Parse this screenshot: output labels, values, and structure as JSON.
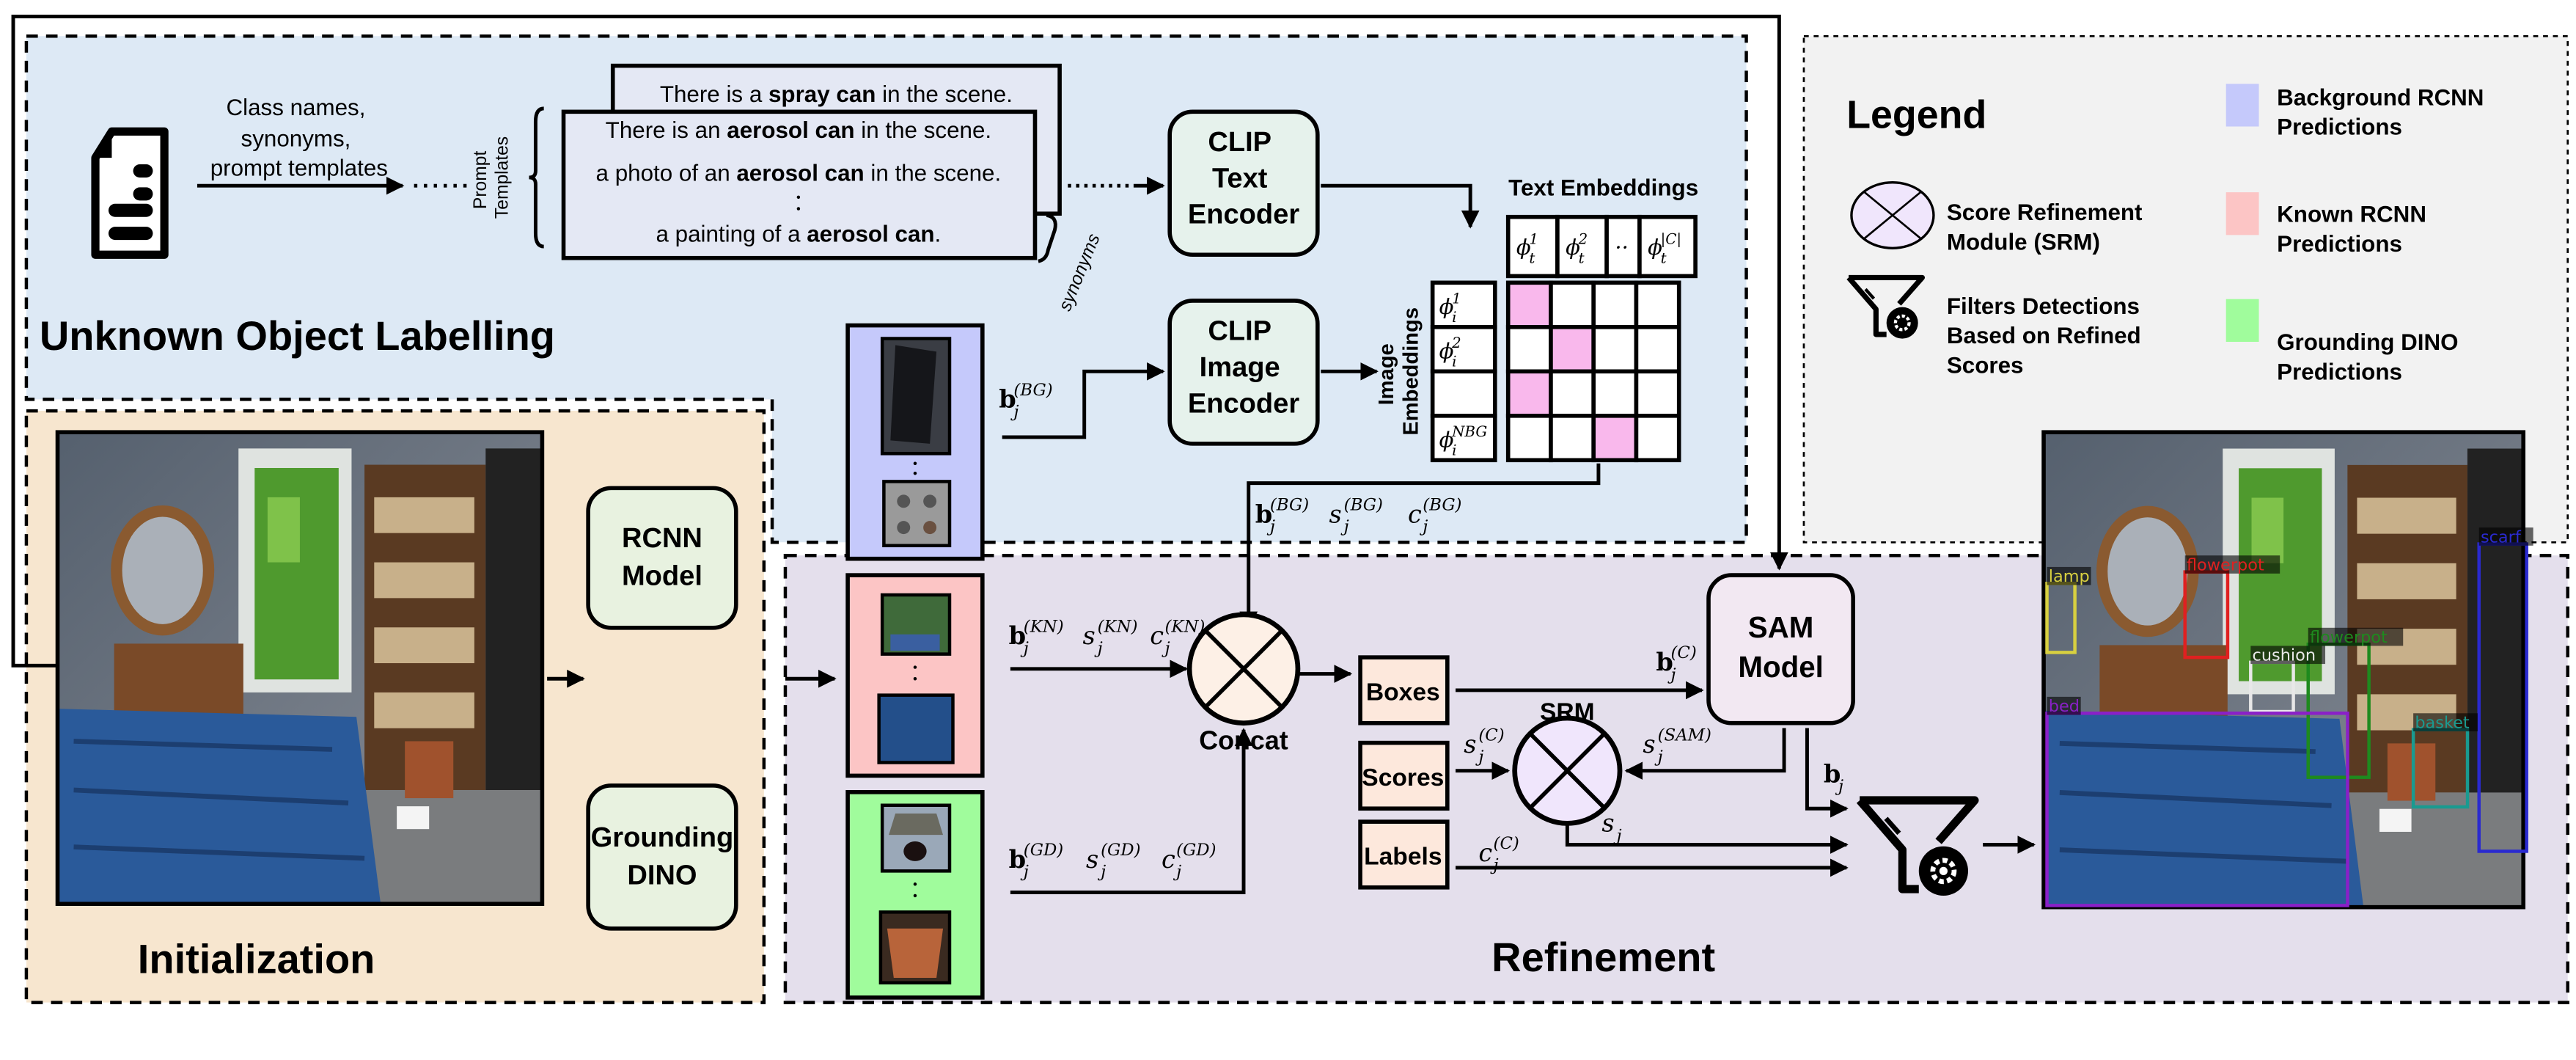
{
  "colors": {
    "unknown_bg": "#dde9f5",
    "init_bg": "#f7e6cf",
    "refine_bg": "#e4dfec",
    "legend_bg": "#f2f2f2",
    "background_rcnn": "#c5c9fb",
    "known_rcnn": "#fcc5c5",
    "grounding_dino": "#a0fc9c",
    "encoder_fill": "#e6f2ec",
    "pink_match": "#f9b8ec"
  },
  "unknown_labelling": {
    "title": "Unknown Object Labelling",
    "input_caption": [
      "Class names,",
      "synonyms,",
      "prompt templates"
    ],
    "prompt_templates_label": [
      "Prompt",
      "Templates"
    ],
    "synonyms_label": "synonyms",
    "back_card": {
      "pre": "There is a ",
      "bold": "spray can",
      "post": " in the scene."
    },
    "front_card": [
      {
        "pre": "There is an ",
        "bold": "aerosol can",
        "post": " in the scene."
      },
      {
        "pre": "a photo of an ",
        "bold": "aerosol can",
        "post": " in the scene."
      },
      {
        "pre": "a painting of a ",
        "bold": "aerosol can",
        "post": "."
      }
    ],
    "text_encoder": [
      "CLIP",
      "Text",
      "Encoder"
    ],
    "image_encoder": [
      "CLIP",
      "Image",
      "Encoder"
    ],
    "text_embeddings_title": "Text Embeddings",
    "text_embeddings": [
      {
        "base": "ϕ",
        "sup": "1",
        "sub": "t"
      },
      {
        "base": "ϕ",
        "sup": "2",
        "sub": "t"
      },
      {
        "base": "··",
        "sup": "",
        "sub": ""
      },
      {
        "base": "ϕ",
        "sup": "|C|",
        "sub": "t"
      }
    ],
    "image_embeddings_title": [
      "Image",
      "Embeddings"
    ],
    "image_embeddings": [
      {
        "base": "ϕ",
        "sup": "1",
        "sub": "i"
      },
      {
        "base": "ϕ",
        "sup": "2",
        "sub": "i"
      },
      {
        "base": "",
        "sup": "",
        "sub": ""
      },
      {
        "base": "ϕ",
        "sup": "NBG",
        "sub": "i"
      }
    ],
    "similarity_matches": [
      [
        0,
        0
      ],
      [
        1,
        1
      ],
      [
        2,
        0
      ],
      [
        3,
        2
      ]
    ],
    "bg_box_label": {
      "base": "b",
      "sup": "(BG)",
      "sub": "j"
    },
    "bg_outputs": [
      {
        "base": "b",
        "sup": "(BG)",
        "sub": "j"
      },
      {
        "base": "s",
        "sup": "(BG)",
        "sub": "j"
      },
      {
        "base": "c",
        "sup": "(BG)",
        "sub": "j"
      }
    ]
  },
  "initialization": {
    "title": "Initialization",
    "rcnn": [
      "RCNN",
      "Model"
    ],
    "dino": [
      "Grounding",
      "DINO"
    ]
  },
  "refinement": {
    "title": "Refinement",
    "kn_outputs": [
      {
        "base": "b",
        "sup": "(KN)",
        "sub": "j"
      },
      {
        "base": "s",
        "sup": "(KN)",
        "sub": "j"
      },
      {
        "base": "c",
        "sup": "(KN)",
        "sub": "j"
      }
    ],
    "gd_outputs": [
      {
        "base": "b",
        "sup": "(GD)",
        "sub": "j"
      },
      {
        "base": "s",
        "sup": "(GD)",
        "sub": "j"
      },
      {
        "base": "c",
        "sup": "(GD)",
        "sub": "j"
      }
    ],
    "concat_label": "Concat",
    "boxes": "Boxes",
    "scores": "Scores",
    "labels": "Labels",
    "srm_label": "SRM",
    "sam": [
      "SAM",
      "Model"
    ],
    "b_c": {
      "base": "b",
      "sup": "(C)",
      "sub": "j"
    },
    "s_c": {
      "base": "s",
      "sup": "(C)",
      "sub": "j"
    },
    "s_sam": {
      "base": "s",
      "sup": "(SAM)",
      "sub": "j"
    },
    "s_j": {
      "base": "s",
      "sup": "",
      "sub": "j"
    },
    "c_c": {
      "base": "c",
      "sup": "(C)",
      "sub": "j"
    },
    "b_j": {
      "base": "b",
      "sup": "",
      "sub": "j"
    }
  },
  "output_detections": [
    {
      "label": "lamp",
      "color": "#d8d040"
    },
    {
      "label": "flowerpot",
      "color": "#e02020"
    },
    {
      "label": "scarf",
      "color": "#2a2ad0"
    },
    {
      "label": "flowerpot",
      "color": "#1e8a1e"
    },
    {
      "label": "cushion",
      "color": "#e8e8e8"
    },
    {
      "label": "bed",
      "color": "#8a20c8"
    },
    {
      "label": "basket",
      "color": "#1a9a90"
    }
  ],
  "legend": {
    "title": "Legend",
    "srm": [
      "Score Refinement",
      "Module (SRM)"
    ],
    "filter": [
      "Filters Detections",
      "Based on Refined",
      "Scores"
    ],
    "background": [
      "Background RCNN",
      "Predictions"
    ],
    "known": [
      "Known RCNN",
      "Predictions"
    ],
    "dino": [
      "Grounding DINO",
      "Predictions"
    ]
  }
}
